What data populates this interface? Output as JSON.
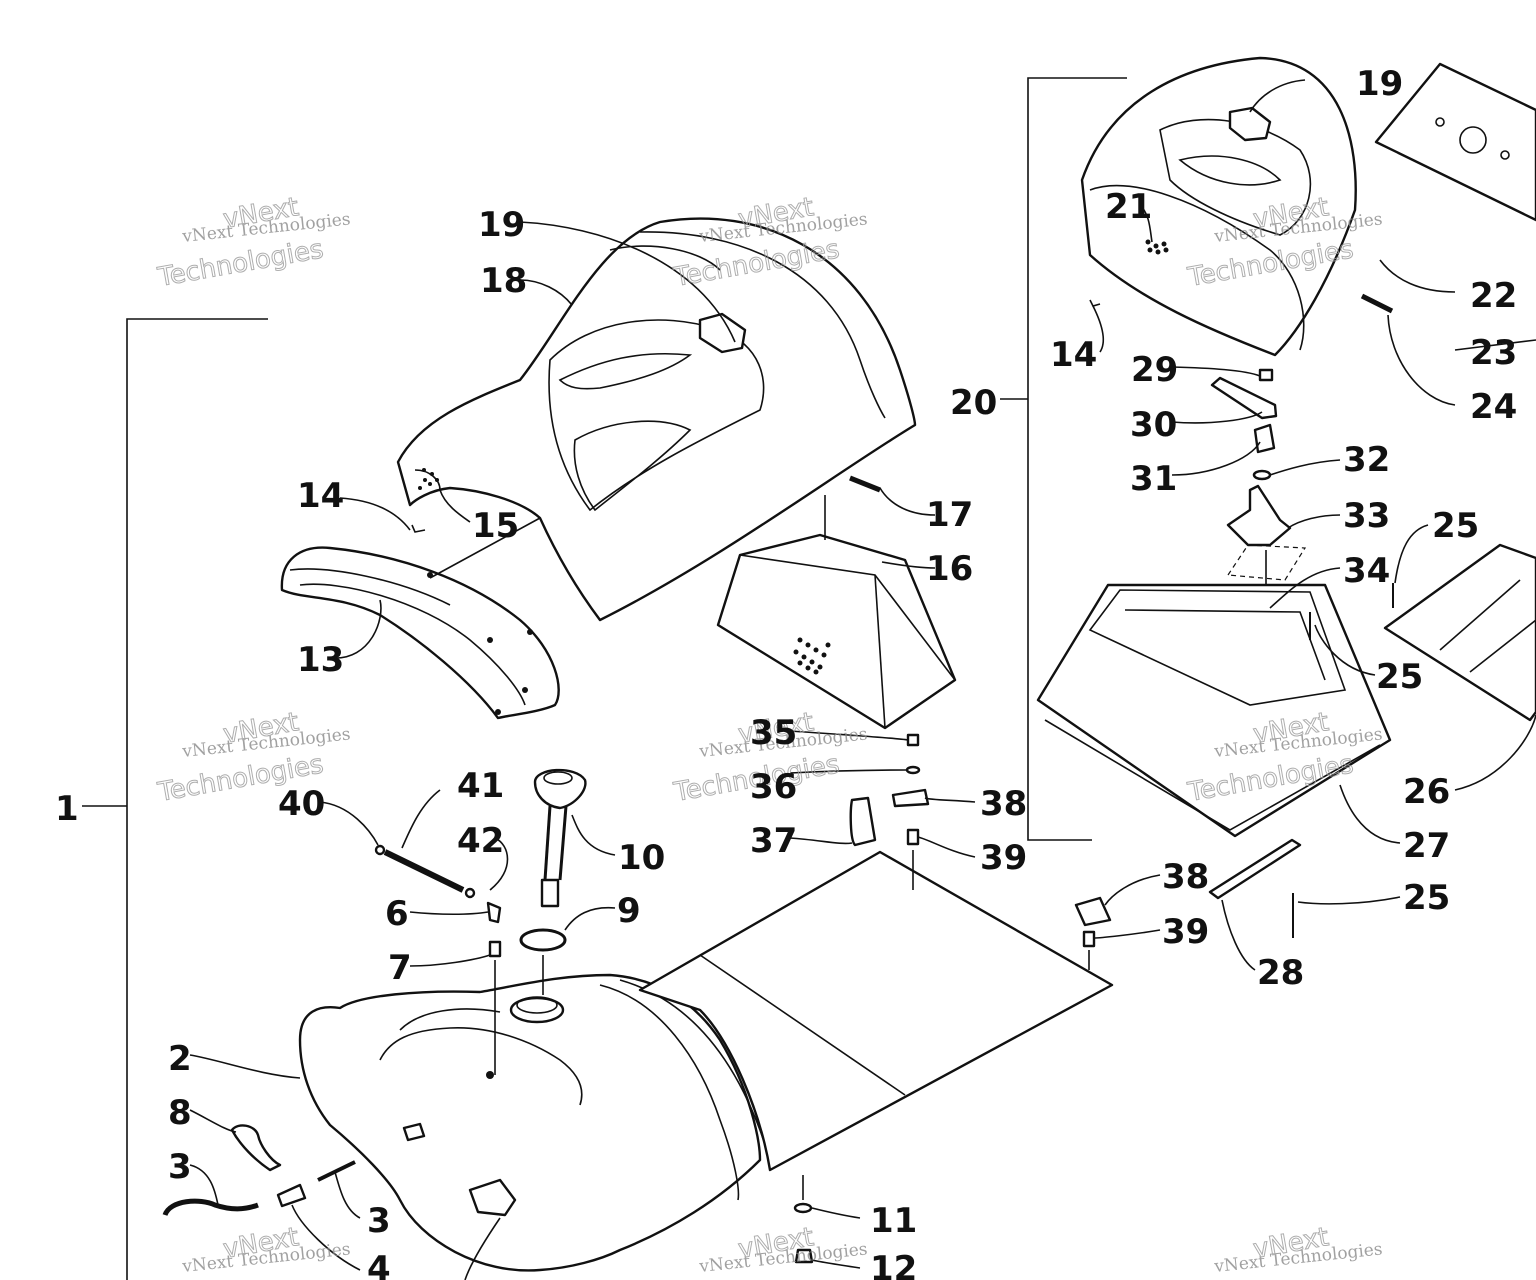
{
  "diagram": {
    "labels": {
      "p1": "1",
      "p2": "2",
      "p3a": "3",
      "p3b": "3",
      "p4": "4",
      "p6": "6",
      "p7": "7",
      "p8": "8",
      "p9": "9",
      "p10": "10",
      "p11": "11",
      "p12": "12",
      "p13": "13",
      "p14a": "14",
      "p14b": "14",
      "p15": "15",
      "p16": "16",
      "p17": "17",
      "p18": "18",
      "p19a": "19",
      "p19b": "19",
      "p20": "20",
      "p21": "21",
      "p22": "22",
      "p23": "23",
      "p24": "24",
      "p25a": "25",
      "p25b": "25",
      "p25c": "25",
      "p26": "26",
      "p27": "27",
      "p28": "28",
      "p29": "29",
      "p30": "30",
      "p31": "31",
      "p32": "32",
      "p33": "33",
      "p34": "34",
      "p35": "35",
      "p36": "36",
      "p37": "37",
      "p38a": "38",
      "p38b": "38",
      "p39a": "39",
      "p39b": "39",
      "p40": "40",
      "p41": "41",
      "p42": "42"
    },
    "watermark": {
      "line1": "vNext Technologies",
      "word1": "vNext",
      "word2": "Technologies"
    }
  }
}
